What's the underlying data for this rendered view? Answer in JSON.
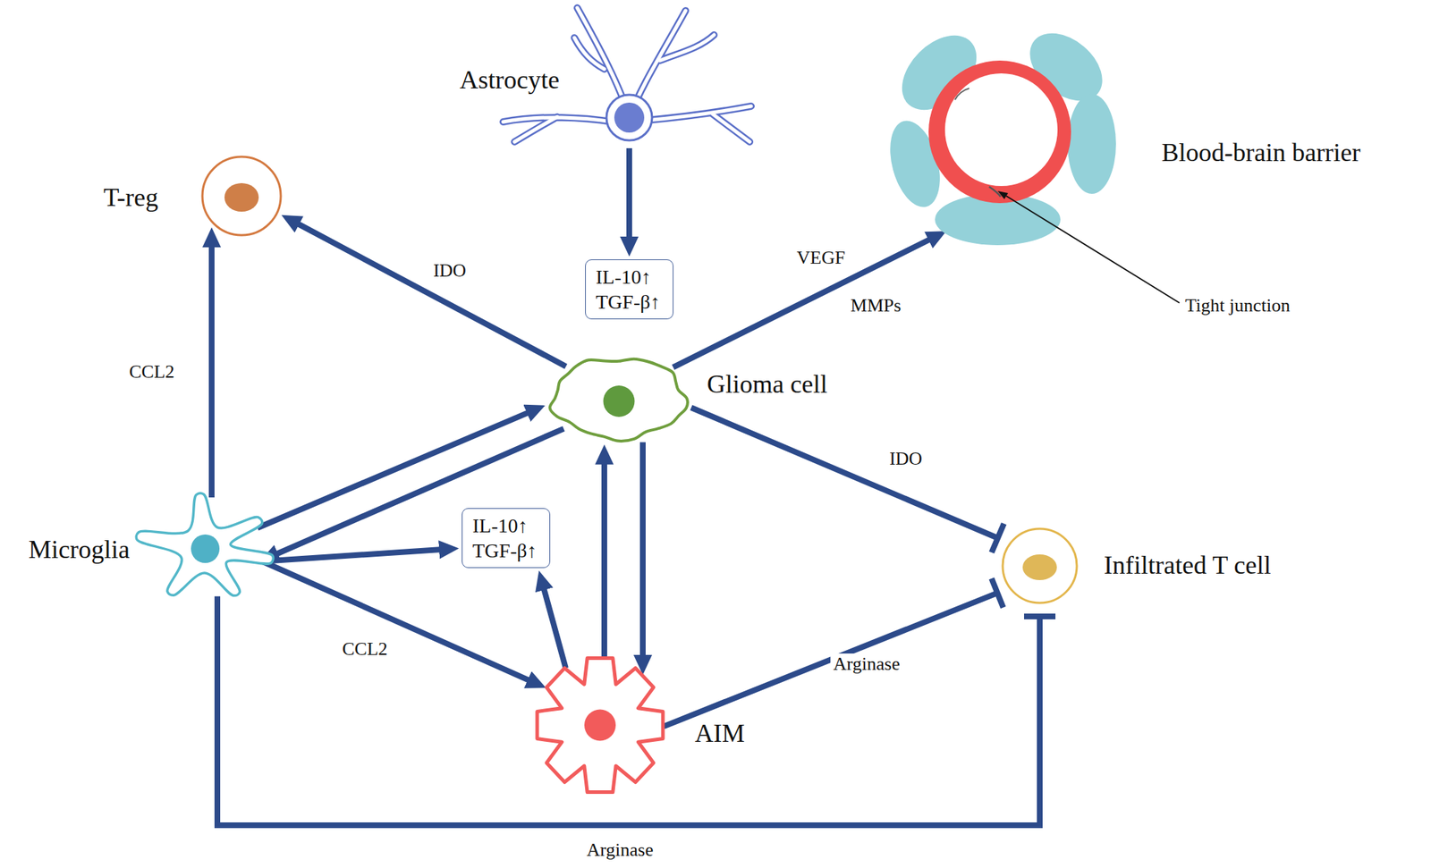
{
  "diagram": {
    "nodes": [
      {
        "text": [
          "Astrocyte"
        ]
      },
      {
        "text": [
          "T-reg"
        ]
      },
      {
        "text": [
          "Blood-brain barrier"
        ]
      },
      {
        "text": [
          "IL-10↑ TGF-β↑"
        ]
      },
      {
        "text": [
          "Glioma cell"
        ]
      },
      {
        "text": [
          "Microglia"
        ]
      },
      {
        "text": [
          "IL-10↑ TGF-β↑"
        ]
      },
      {
        "text": [
          "Infiltrated T cell"
        ]
      },
      {
        "text": [
          "AIM"
        ]
      }
    ],
    "edges": [
      {
        "from": 0,
        "to": 3,
        "arrow": "to"
      },
      {
        "from": 4,
        "to": 1,
        "label": "IDO",
        "arrow": "to"
      },
      {
        "from": 4,
        "to": 2,
        "label": "VEGF",
        "arrow": "to"
      },
      {
        "from": 5,
        "to": 1,
        "label": "CCL2",
        "arrow": "to"
      },
      {
        "from": 5,
        "to": 4,
        "arrow": "to"
      },
      {
        "from": 4,
        "to": 5,
        "arrow": "to"
      },
      {
        "from": 5,
        "to": 6,
        "arrow": "to"
      },
      {
        "from": 5,
        "to": 8,
        "label": "CCL2",
        "arrow": "to"
      },
      {
        "from": 8,
        "to": 6,
        "arrow": "to"
      },
      {
        "from": 8,
        "to": 4,
        "arrow": "to"
      },
      {
        "from": 4,
        "to": 8,
        "arrow": "to"
      },
      {
        "from": 4,
        "to": 7,
        "label": "IDO",
        "arrow": "to"
      },
      {
        "from": 8,
        "to": 7,
        "label": "Arginase",
        "arrow": "to"
      },
      {
        "from": 5,
        "to": 7,
        "label": "Arginase",
        "arrow": "to"
      }
    ],
    "labels": [
      "MMPs",
      "Tight junction"
    ]
  }
}
